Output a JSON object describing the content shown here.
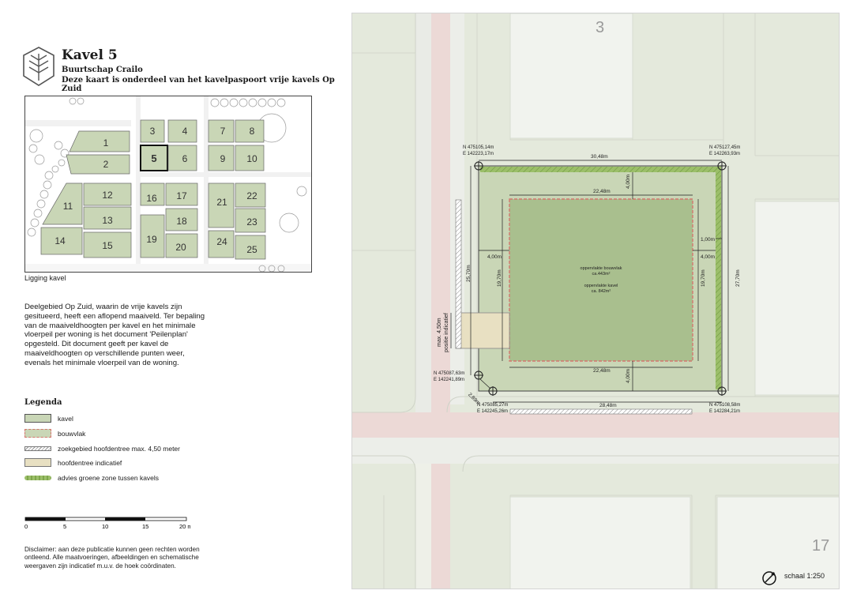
{
  "header": {
    "title": "Kavel 5",
    "subtitle1": "Buurtschap Crailo",
    "subtitle2": "Deze kaart is onderdeel van het kavelpaspoort vrije kavels Op Zuid"
  },
  "overview": {
    "caption": "Ligging kavel",
    "selected": "5",
    "plots": [
      "1",
      "2",
      "3",
      "4",
      "5",
      "6",
      "7",
      "8",
      "9",
      "10",
      "11",
      "12",
      "13",
      "14",
      "15",
      "16",
      "17",
      "18",
      "19",
      "20",
      "21",
      "22",
      "23",
      "24",
      "25"
    ]
  },
  "intro_text": "Deelgebied Op Zuid, waarin de vrije kavels zijn gesitueerd, heeft een aflopend maaiveld. Ter bepaling van de maaiveldhoogten per kavel en het minimale vloerpeil per woning is het document 'Peilenplan' opgesteld. Dit document geeft per kavel de maaiveldhoogten op verschillende punten weer, evenals het minimale vloerpeil van de woning.",
  "legend": {
    "title": "Legenda",
    "items": [
      {
        "label": "kavel",
        "color": "#c9d6b6"
      },
      {
        "label": "bouwvlak",
        "color": "#d4776f"
      },
      {
        "label": "zoekgebied hoofdentree max. 4,50 meter",
        "color": "#ffffff"
      },
      {
        "label": "hoofdentree indicatief",
        "color": "#e8e0c2"
      },
      {
        "label": "advies groene zone tussen kavels",
        "color": "#9cbf6a"
      }
    ]
  },
  "scale_labels": [
    "0",
    "5",
    "10",
    "15",
    "20 m."
  ],
  "disclaimer": "Disclaimer: aan deze publicatie kunnen geen rechten worden ontleend. Alle maatvoeringen, afbeeldingen en schematische weergaven zijn indicatief m.u.v. de hoek coördinaten.",
  "map": {
    "block_top": "3",
    "block_bottom": "17",
    "coord_tl": [
      "N 475105,14m",
      "E 142223,17m"
    ],
    "coord_tr": [
      "N 475127,45m",
      "E 142263,93m"
    ],
    "coord_ml": [
      "N 475087,63m",
      "E 142241,89m"
    ],
    "coord_bl": [
      "N 475085,27m",
      "E 142245,26m"
    ],
    "coord_br": [
      "N 475108,58m",
      "E 142284,21m"
    ],
    "dim_top": "30,48m",
    "dim_bottom": "28,48m",
    "dim_inner_top": "22,48m",
    "dim_inner_bottom": "22,48m",
    "dim_4m_top": "4,00m",
    "dim_4m_bottom": "4,00m",
    "dim_4m_left": "4,00m",
    "dim_4m_right": "4,00m",
    "dim_1m_right": "1,00m",
    "dim_left_total": "25,70m",
    "dim_right_total": "27,70m",
    "dim_inner_left": "19,70m",
    "dim_inner_right": "19,70m",
    "dim_diag": "2,89m",
    "area_build_label": "oppervlakte bouwvlak",
    "area_build": "ca.443m²",
    "area_plot_label": "oppervlakte kavel",
    "area_plot": "ca. 842m²",
    "entrance_label1": "max. 4,50m",
    "entrance_label2": "positie indicatief",
    "scale": "schaal 1:250"
  }
}
